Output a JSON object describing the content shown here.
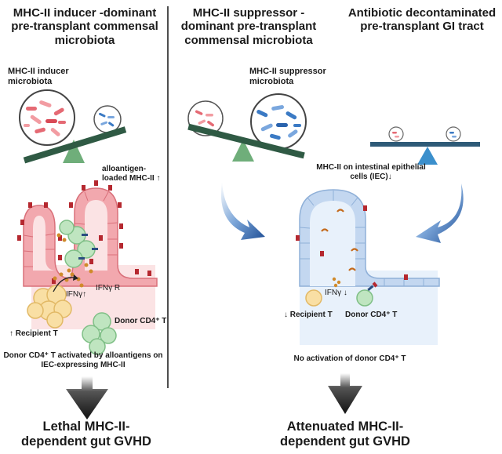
{
  "left": {
    "title": "MHC-II inducer -dominant pre-transplant commensal microbiota",
    "microbiota_label": "MHC-II inducer microbiota",
    "mhc_label": "alloantigen-loaded MHC-II ↑",
    "ifng_label": "IFNγ↑",
    "ifngr_label": "IFNγ R",
    "donor_label": "Donor CD4⁺ T",
    "recipient_label": "↑ Recipient T",
    "activation_label": "Donor CD4⁺ T activated by alloantigens on IEC-expressing MHC-II",
    "outcome": "Lethal MHC-II-dependent gut GVHD"
  },
  "middle": {
    "title": "MHC-II suppressor -dominant pre-transplant commensal microbiota",
    "microbiota_label": "MHC-II suppressor microbiota"
  },
  "right": {
    "title": "Antibiotic decontaminated pre-transplant GI tract"
  },
  "shared": {
    "iec_label": "MHC-II on intestinal epithelial cells (IEC)↓",
    "ifng_label": "IFNγ ↓",
    "recipient_label": "↓ Recipient T",
    "donor_label": "Donor CD4⁺ T",
    "no_activation_label": "No activation of donor CD4⁺ T",
    "outcome": "Attenuated MHC-II-dependent gut GVHD"
  },
  "colors": {
    "pink_tissue": "#f2a8ae",
    "pink_lumen": "#fbe3e4",
    "blue_tissue": "#c3d7f0",
    "blue_lumen": "#e8f1fb",
    "seesaw_green": "#2f5a44",
    "fulcrum_green": "#6fae7a",
    "seesaw_blue": "#2e5a77",
    "fulcrum_blue": "#3b8fcc",
    "arrow_blue": "#2f63a8",
    "receptor_red": "#b5282f",
    "t_cell_yellow": "#f9dfa4",
    "t_cell_green": "#bfe5c0"
  }
}
